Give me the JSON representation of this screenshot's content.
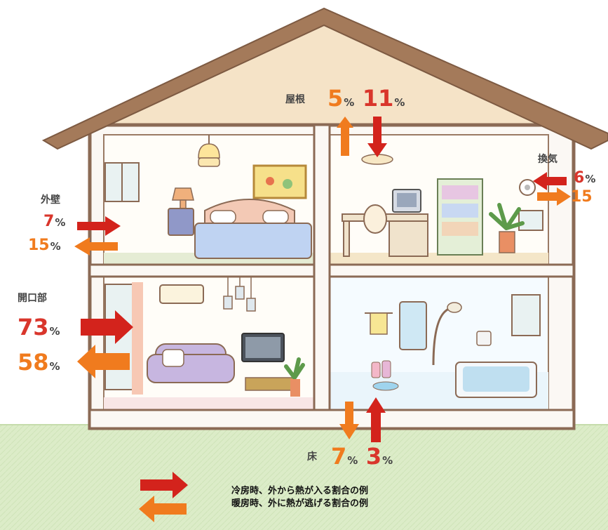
{
  "colors": {
    "cooling_arrow": "#d3231c",
    "heating_arrow": "#f07b1e",
    "ground": "#d9ebc6",
    "roof": "#a47a5a",
    "attic": "#f5e3c7",
    "frame": "#9a7a64"
  },
  "roof": {
    "label": "屋根",
    "cooling_value": "5",
    "heating_value": "11",
    "unit": "%"
  },
  "walls": {
    "label": "外壁",
    "cooling_value": "7",
    "heating_value": "15",
    "unit": "%"
  },
  "openings": {
    "label": "開口部",
    "cooling_value": "73",
    "heating_value": "58",
    "unit": "%"
  },
  "ventilation": {
    "label": "換気",
    "cooling_value": "6",
    "heating_value": "15",
    "unit": "%"
  },
  "floor": {
    "label": "床",
    "cooling_value": "7",
    "heating_value": "3",
    "unit": "%"
  },
  "legend": {
    "cooling_text": "冷房時、外から熱が入る割合の例",
    "heating_text": "暖房時、外に熱が逃げる割合の例"
  },
  "icons": [
    "ceiling-lamp-icon",
    "bed-icon",
    "table-lamp-icon",
    "painting-icon",
    "desk-icon",
    "computer-icon",
    "bookshelf-icon",
    "plant-icon",
    "air-conditioner-icon",
    "pendant-lights-icon",
    "sofa-icon",
    "tv-icon",
    "shower-icon",
    "bathtub-icon",
    "towel-icon",
    "vent-fan-icon"
  ]
}
